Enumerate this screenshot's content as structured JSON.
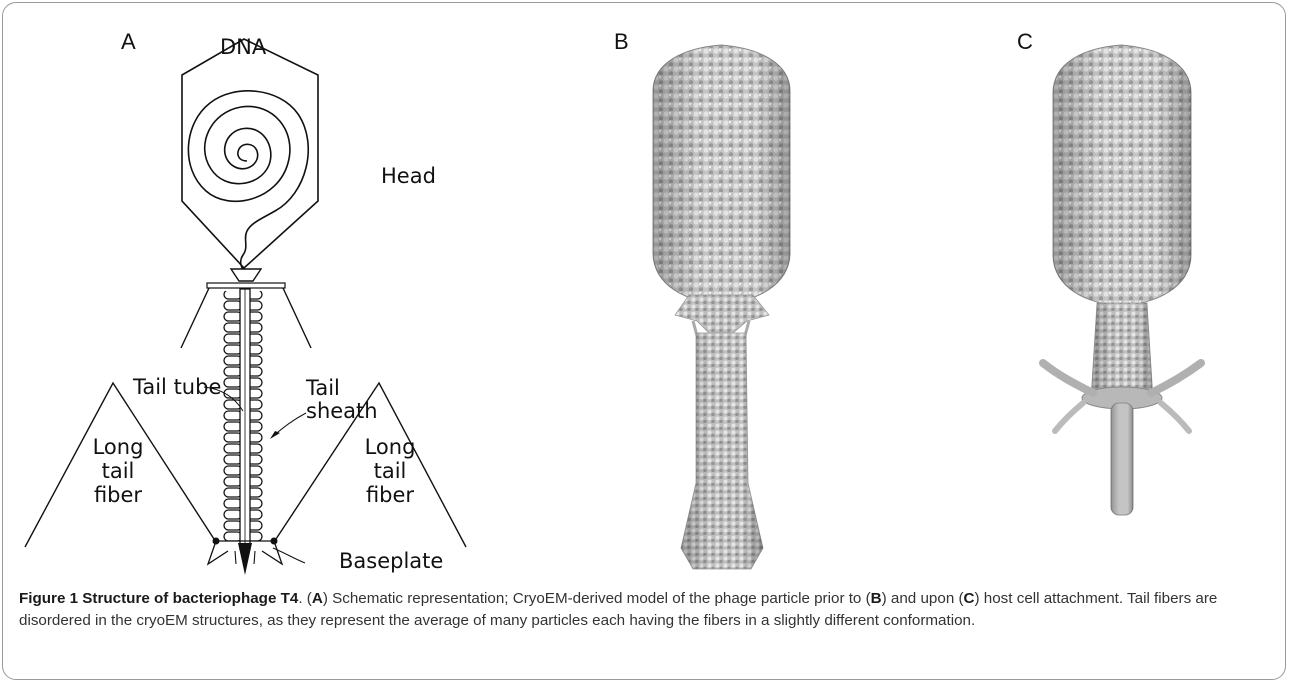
{
  "panels": {
    "a": "A",
    "b": "B",
    "c": "C"
  },
  "schematic_labels": {
    "dna": "DNA",
    "head": "Head",
    "tail_tube": "Tail tube",
    "tail_sheath_1": "Tail",
    "tail_sheath_2": "sheath",
    "long_tail_fiber_left_1": "Long",
    "long_tail_fiber_left_2": "tail",
    "long_tail_fiber_left_3": "fiber",
    "long_tail_fiber_right_1": "Long",
    "long_tail_fiber_right_2": "tail",
    "long_tail_fiber_right_3": "fiber",
    "baseplate": "Baseplate"
  },
  "caption": {
    "title": "Figure 1 Structure of bacteriophage T4",
    "t1": ". (",
    "a": "A",
    "t2": ") Schematic representation; CryoEM-derived model of the phage particle prior to (",
    "b": "B",
    "t3": ") and upon (",
    "c": "C",
    "t4": ") host cell attachment. Tail fibers are disordered in the cryoEM structures, as they represent the average of many particles each having the fibers in a slightly different conformation."
  },
  "colors": {
    "line": "#111111",
    "model": "#c6c6c6",
    "model_dark": "#8f8f8f"
  }
}
